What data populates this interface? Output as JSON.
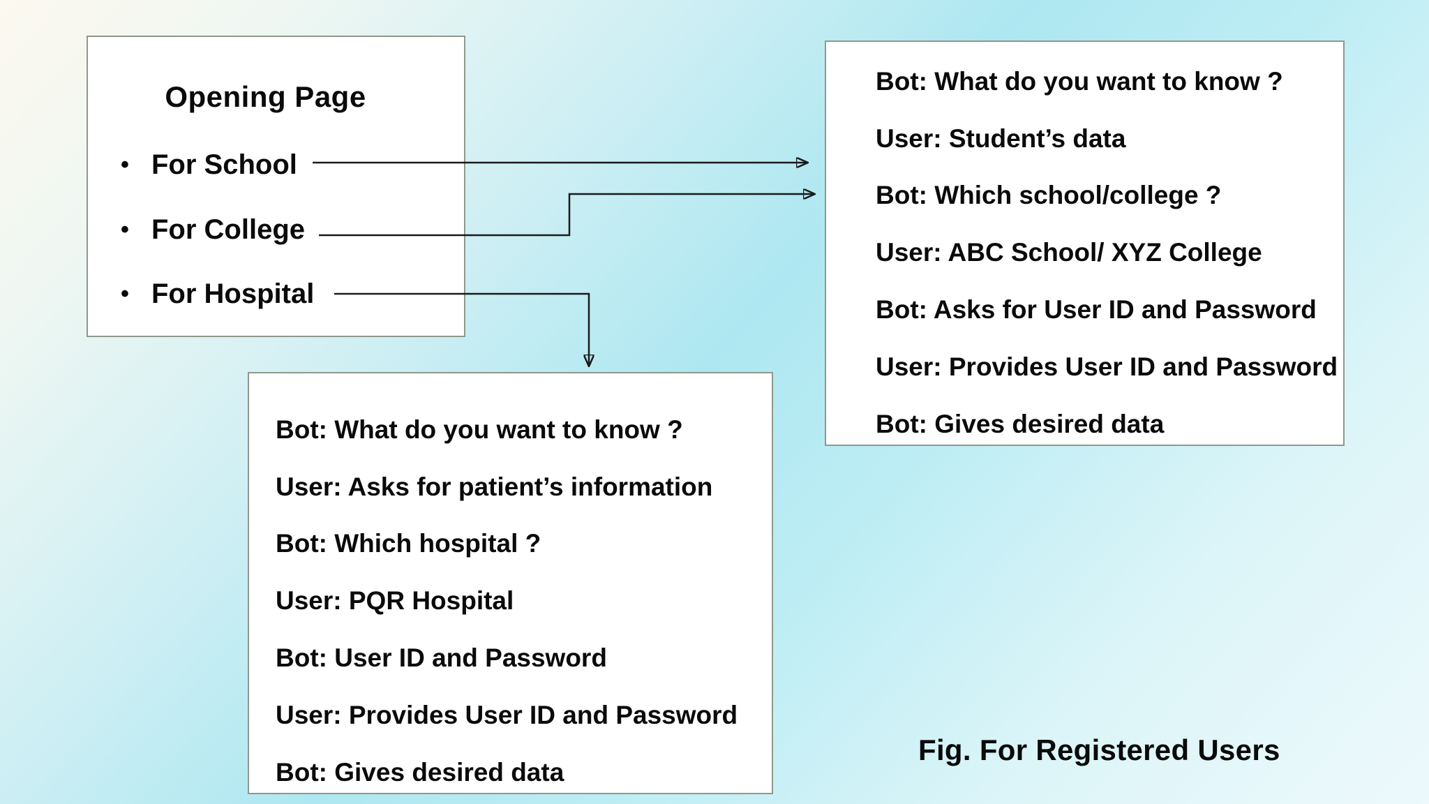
{
  "slide": {
    "caption": "Fig. For Registered Users"
  },
  "opening_box": {
    "title": "Opening Page",
    "bullet_glyph": "•",
    "items": [
      {
        "label": "For School"
      },
      {
        "label": "For College"
      },
      {
        "label": "For Hospital"
      }
    ]
  },
  "school_college_box": {
    "lines": [
      "Bot: What do you want to know ?",
      "User: Student’s data",
      "Bot: Which school/college ?",
      "User: ABC School/ XYZ College",
      "Bot: Asks for User ID and Password",
      "User: Provides User ID and Password",
      "Bot: Gives desired data"
    ]
  },
  "hospital_box": {
    "lines": [
      "Bot: What do you want to know ?",
      "User: Asks for patient’s information",
      "Bot: Which hospital ?",
      "User: PQR Hospital",
      "Bot: User ID and Password",
      "User: Provides User ID and Password",
      "Bot: Gives desired data"
    ]
  },
  "colors": {
    "panel_background": "#ffffff",
    "panel_border": "#8f988c",
    "text": "#0a0a0a",
    "connector": "#1a1a1a",
    "background_top_left": "#fcf9ef",
    "background_mid_cyan": "#aee7f1",
    "background_bottom_right": "#edf9fc"
  }
}
